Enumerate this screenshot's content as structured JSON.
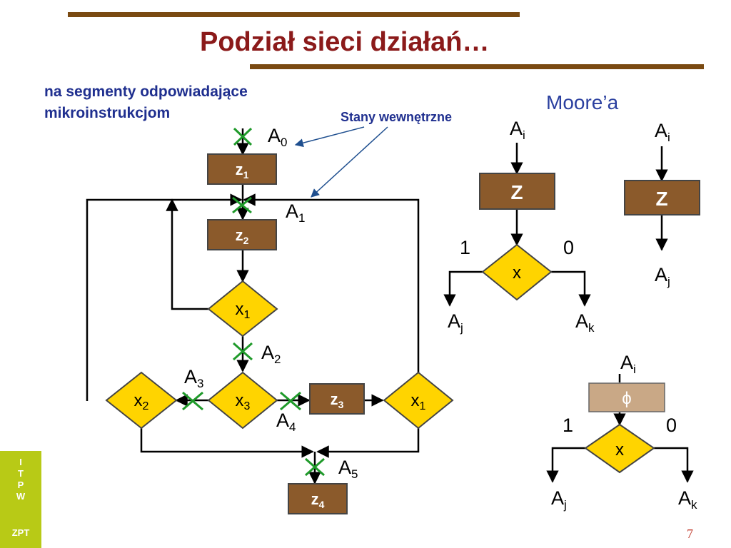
{
  "title": "Podział sieci działań…",
  "subtitle_lines": [
    "na segmenty odpowiadające",
    "mikroinstrukcjom"
  ],
  "annotation": "Stany wewnętrzne",
  "moore_label": "Moore’a",
  "sidebar": {
    "letters": [
      "I",
      "T",
      "P",
      "W"
    ],
    "footer": "ZPT"
  },
  "page_number": "7",
  "colors": {
    "block": "#8b5a2b",
    "diamond": "#ffd400",
    "cross": "#1f9a2a",
    "title": "#8b1a1a",
    "accent": "#1f2f8f",
    "phantom": "#c9a886"
  },
  "main_diagram": {
    "blocks": [
      {
        "base": "z",
        "sub": "1"
      },
      {
        "base": "z",
        "sub": "2"
      },
      {
        "base": "z",
        "sub": "3"
      },
      {
        "base": "z",
        "sub": "4"
      }
    ],
    "diamonds": [
      {
        "base": "x",
        "sub": "1"
      },
      {
        "base": "x",
        "sub": "2"
      },
      {
        "base": "x",
        "sub": "3"
      },
      {
        "base": "x",
        "sub": "1"
      }
    ],
    "states": [
      {
        "base": "A",
        "sub": "0"
      },
      {
        "base": "A",
        "sub": "1"
      },
      {
        "base": "A",
        "sub": "2"
      },
      {
        "base": "A",
        "sub": "3"
      },
      {
        "base": "A",
        "sub": "4"
      },
      {
        "base": "A",
        "sub": "5"
      }
    ]
  },
  "mealy_example": {
    "state_in": {
      "base": "A",
      "sub": "i"
    },
    "block": "Z",
    "cond": "x",
    "one": "1",
    "zero": "0",
    "out_j": {
      "base": "A",
      "sub": "j"
    },
    "out_k": {
      "base": "A",
      "sub": "k"
    }
  },
  "moore_example": {
    "state_in": {
      "base": "A",
      "sub": "i"
    },
    "block": "Z",
    "state_out": {
      "base": "A",
      "sub": "j"
    }
  },
  "phantom_example": {
    "state_in": {
      "base": "A",
      "sub": "i"
    },
    "block": "ϕ",
    "cond": "x",
    "one": "1",
    "zero": "0",
    "out_j": {
      "base": "A",
      "sub": "j"
    },
    "out_k": {
      "base": "A",
      "sub": "k"
    }
  }
}
